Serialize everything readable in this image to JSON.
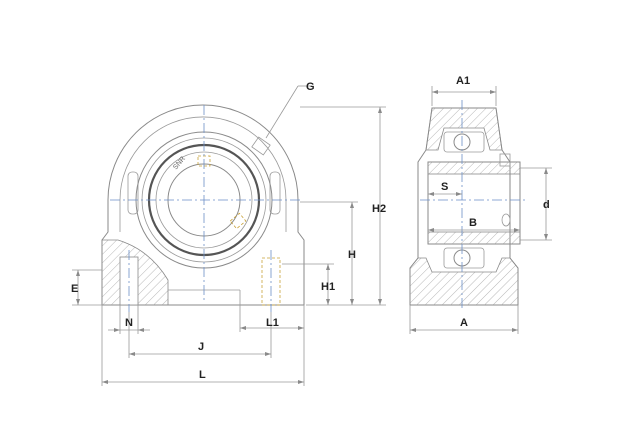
{
  "drawing": {
    "brand_mark": "SNR",
    "labels": {
      "G": "G",
      "A1": "A1",
      "H2": "H2",
      "H": "H",
      "H1": "H1",
      "E": "E",
      "N": "N",
      "L1": "L1",
      "J": "J",
      "L": "L",
      "S": "S",
      "B": "B",
      "d": "d",
      "A": "A"
    }
  },
  "colors": {
    "outline": "#8a8a8a",
    "centerline": "#6b8fc7",
    "hidden_line": "#c9a23a",
    "hatch": "#b0b0b0",
    "text": "#222222"
  }
}
